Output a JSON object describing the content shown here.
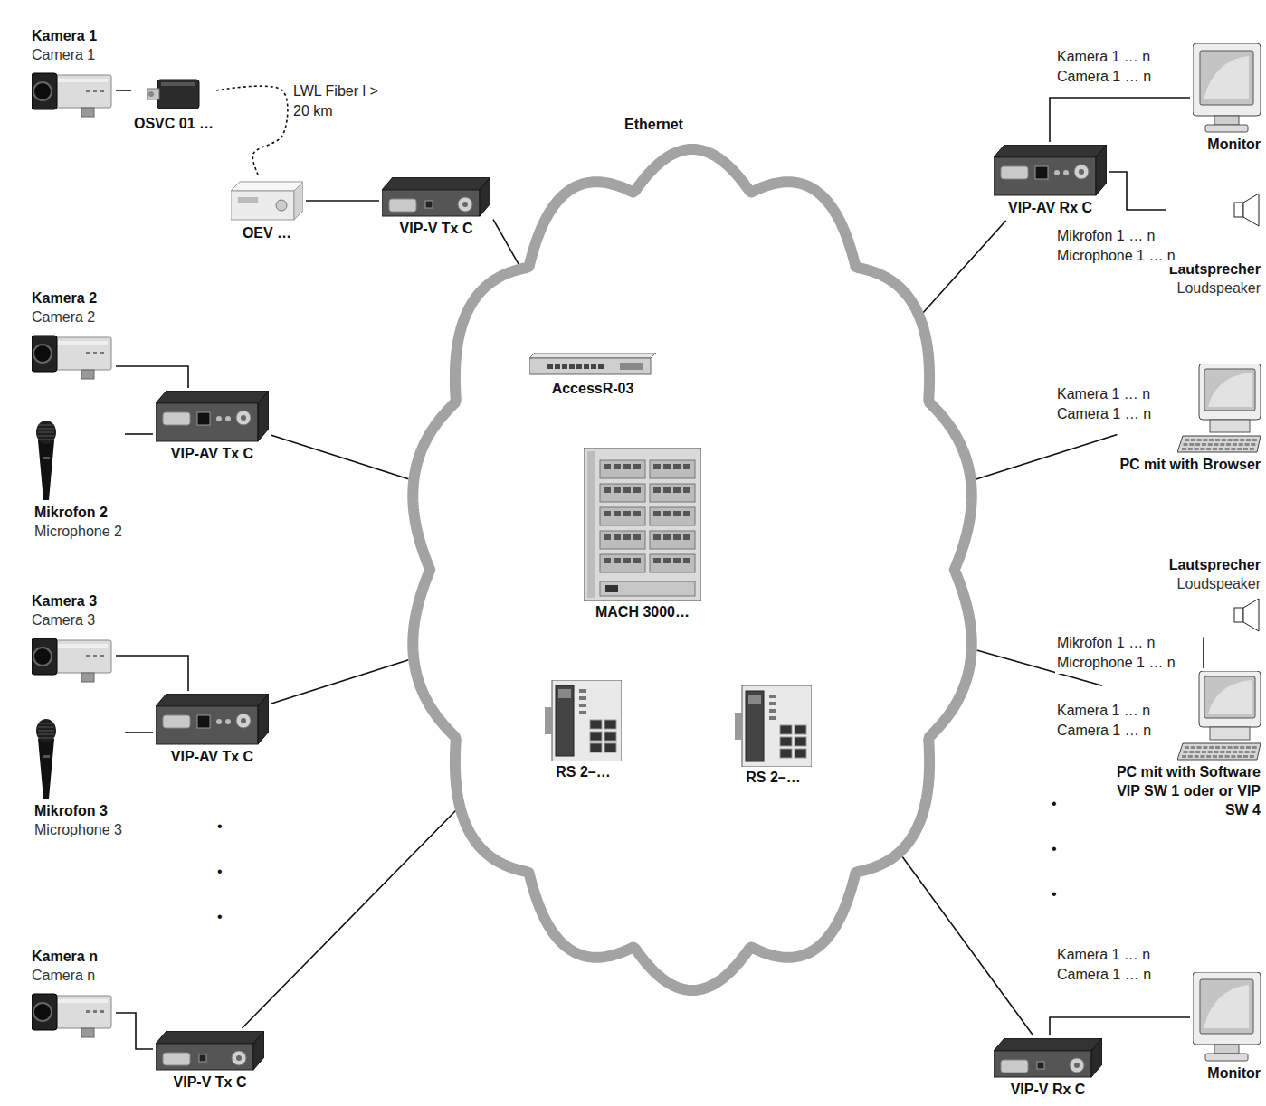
{
  "diagram": {
    "nodes": [
      {
        "text": [
          "Kamera 1",
          "Camera 1"
        ]
      },
      {
        "text": [
          "OSVC 01 …"
        ]
      },
      {
        "text": [
          "OEV …"
        ]
      },
      {
        "text": [
          "VIP-V Tx C"
        ]
      },
      {
        "text": [
          "Ethernet"
        ]
      },
      {
        "text": [
          "AccessR-03"
        ],
        "in": 4
      },
      {
        "text": [
          "MACH 3000…"
        ],
        "in": 4
      },
      {
        "text": [
          "RS 2–…"
        ],
        "in": 4
      },
      {
        "text": [
          "RS 2–…"
        ],
        "in": 4
      },
      {
        "text": [
          "Kamera 2",
          "Camera 2"
        ]
      },
      {
        "text": [
          "Mikrofon 2",
          "Microphone 2"
        ]
      },
      {
        "text": [
          "VIP-AV Tx C"
        ]
      },
      {
        "text": [
          "Kamera 3",
          "Camera 3"
        ]
      },
      {
        "text": [
          "Mikrofon 3",
          "Microphone 3"
        ]
      },
      {
        "text": [
          "VIP-AV Tx C"
        ]
      },
      {
        "text": [
          "Kamera n",
          "Camera n"
        ]
      },
      {
        "text": [
          "VIP-V Tx C"
        ]
      },
      {
        "text": [
          "VIP-AV Rx C"
        ]
      },
      {
        "text": [
          "Monitor"
        ]
      },
      {
        "text": [
          "Lautsprecher",
          "Loudspeaker"
        ]
      },
      {
        "text": [
          "PC mit with Browser"
        ]
      },
      {
        "text": [
          "Lautsprecher",
          "Loudspeaker"
        ]
      },
      {
        "text": [
          "PC mit with Software VIP SW 1 oder or VIP SW 4"
        ]
      },
      {
        "text": [
          "VIP-V Rx C"
        ]
      },
      {
        "text": [
          "Monitor"
        ]
      }
    ],
    "edges": [
      {
        "from": 0,
        "to": 1,
        "arrow": "none"
      },
      {
        "from": 1,
        "to": 2,
        "label": "LWL Fiber l > 20 km",
        "arrow": "none"
      },
      {
        "from": 2,
        "to": 3,
        "arrow": "none"
      },
      {
        "from": 3,
        "to": 4,
        "arrow": "none"
      },
      {
        "from": 9,
        "to": 11,
        "arrow": "none"
      },
      {
        "from": 10,
        "to": 11,
        "arrow": "none"
      },
      {
        "from": 11,
        "to": 4,
        "arrow": "none"
      },
      {
        "from": 12,
        "to": 14,
        "arrow": "none"
      },
      {
        "from": 13,
        "to": 14,
        "arrow": "none"
      },
      {
        "from": 14,
        "to": 4,
        "arrow": "none"
      },
      {
        "from": 15,
        "to": 16,
        "arrow": "none"
      },
      {
        "from": 16,
        "to": 4,
        "arrow": "none"
      },
      {
        "from": 4,
        "to": 17,
        "arrow": "none"
      },
      {
        "from": 17,
        "to": 18,
        "label": "Kamera 1 … n Camera 1 … n",
        "arrow": "none"
      },
      {
        "from": 17,
        "to": 19,
        "label": "Mikrofon 1 … n Microphone 1 … n",
        "arrow": "none"
      },
      {
        "from": 4,
        "to": 20,
        "label": "Kamera 1 … n Camera 1 … n",
        "arrow": "none"
      },
      {
        "from": 22,
        "to": 21,
        "label": "Mikrofon 1 … n Microphone 1 … n",
        "arrow": "none"
      },
      {
        "from": 4,
        "to": 22,
        "label": "Kamera 1 … n Camera 1 … n",
        "arrow": "none"
      },
      {
        "from": 4,
        "to": 23,
        "arrow": "none"
      },
      {
        "from": 23,
        "to": 24,
        "label": "Kamera 1 … n Camera 1 … n",
        "arrow": "none"
      }
    ],
    "labels": [
      "•",
      "•",
      "•",
      "•",
      "•",
      "•"
    ]
  }
}
